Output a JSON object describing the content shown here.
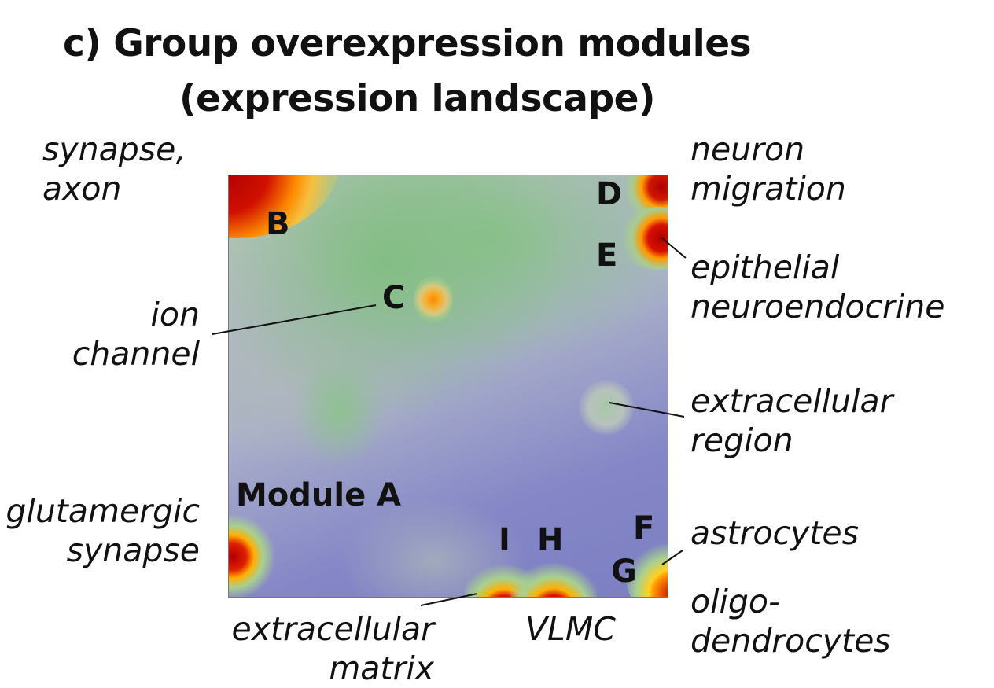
{
  "title": {
    "line1": "c) Group overexpression modules",
    "line2": "(expression landscape)"
  },
  "modules": {
    "A": "Module A",
    "B": "B",
    "C": "C",
    "D": "D",
    "E": "E",
    "F": "F",
    "G": "G",
    "H": "H",
    "I": "I"
  },
  "annotations": {
    "synapse_axon": [
      "synapse,",
      "axon"
    ],
    "neuron_migration": [
      "neuron",
      "migration"
    ],
    "epithelial": [
      "epithelial",
      "neuroendocrine"
    ],
    "ion_channel": [
      "ion",
      "channel"
    ],
    "extracellular_region": [
      "extracellular",
      "region"
    ],
    "glutamergic": [
      "glutamergic",
      "synapse"
    ],
    "astrocytes": "astrocytes",
    "oligodendrocytes": [
      "oligo-",
      "dendrocytes"
    ],
    "extracellular_matrix": [
      "extracellular",
      "matrix"
    ],
    "vlmc": "VLMC"
  },
  "colors": {
    "high": "#b00000",
    "mid": "#ff9900",
    "low": "#80c080",
    "background": "#8084c4"
  }
}
